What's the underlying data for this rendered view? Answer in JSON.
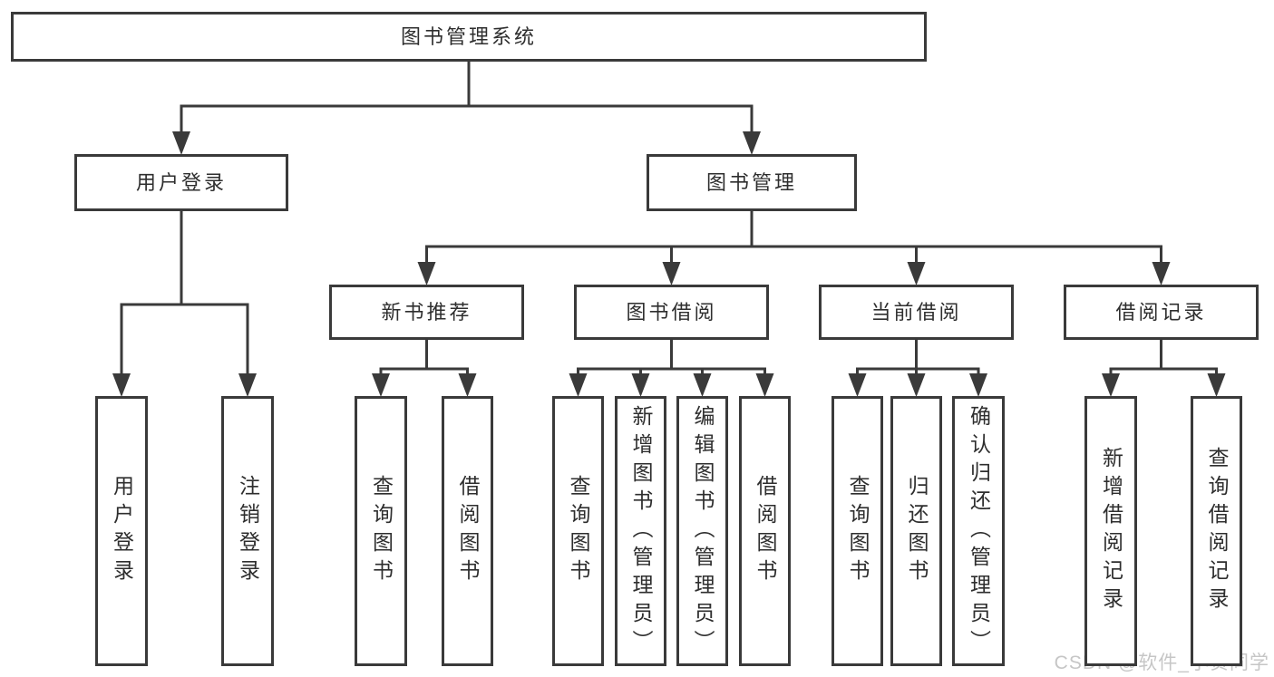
{
  "diagram": {
    "kind": "hierarchy-diagram",
    "tree": {
      "id": "root",
      "label": "图书管理系统",
      "children": [
        {
          "id": "user-login",
          "label": "用户登录",
          "children": [
            {
              "id": "user-login-leaf",
              "label": "用户登录"
            },
            {
              "id": "logout-leaf",
              "label": "注销登录"
            }
          ]
        },
        {
          "id": "book-management",
          "label": "图书管理",
          "children": [
            {
              "id": "new-book-recommend",
              "label": "新书推荐",
              "children": [
                {
                  "id": "nbr-query-books",
                  "label": "查询图书"
                },
                {
                  "id": "nbr-borrow-books",
                  "label": "借阅图书"
                }
              ]
            },
            {
              "id": "book-borrowing",
              "label": "图书借阅",
              "children": [
                {
                  "id": "bb-query-books",
                  "label": "查询图书"
                },
                {
                  "id": "bb-add-books",
                  "label": "新增图书（管理员）"
                },
                {
                  "id": "bb-edit-books",
                  "label": "编辑图书（管理员）"
                },
                {
                  "id": "bb-borrow-books",
                  "label": "借阅图书"
                }
              ]
            },
            {
              "id": "current-borrowing",
              "label": "当前借阅",
              "children": [
                {
                  "id": "cb-query-books",
                  "label": "查询图书"
                },
                {
                  "id": "cb-return-books",
                  "label": "归还图书"
                },
                {
                  "id": "cb-confirm-return",
                  "label": "确认归还（管理员）"
                }
              ]
            },
            {
              "id": "borrow-records",
              "label": "借阅记录",
              "children": [
                {
                  "id": "br-add-record",
                  "label": "新增借阅记录"
                },
                {
                  "id": "br-query-record",
                  "label": "查询借阅记录"
                }
              ]
            }
          ]
        }
      ]
    },
    "colors": {
      "line": "#3a3a3a",
      "box_border": "#3a3a3a",
      "box_fill": "#ffffff",
      "text": "#2e2e2e",
      "background": "#ffffff",
      "watermark": "#c6c6c6"
    },
    "watermark": {
      "text": "CSDN @软件_小贺同学"
    }
  }
}
